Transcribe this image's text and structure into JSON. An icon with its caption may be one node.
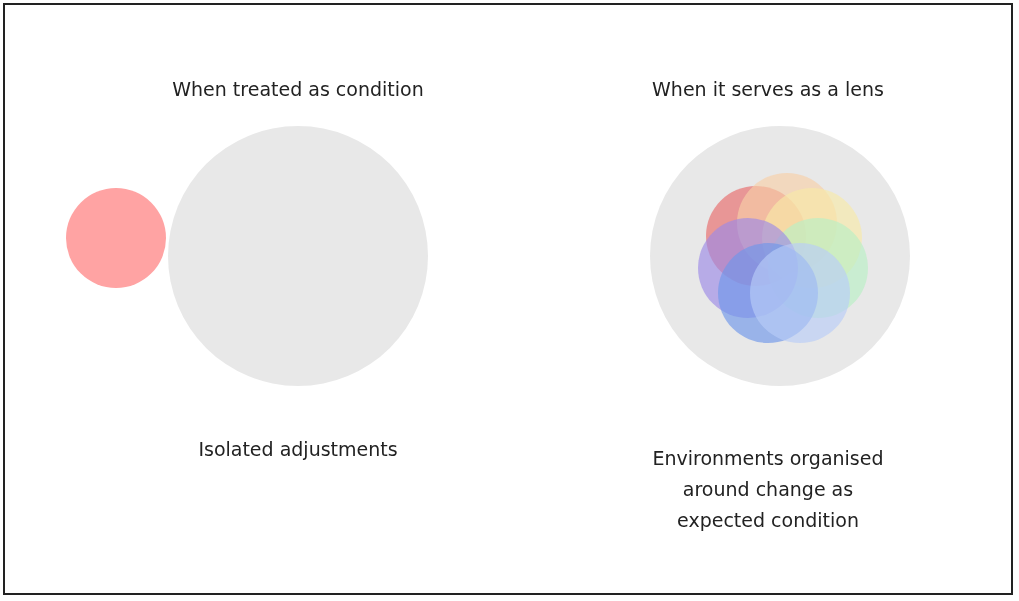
{
  "diagram": {
    "labels": [
      "When treated as condition",
      "When it serves as a lens",
      "Isolated adjustments",
      "Environments organised around change as expected condition"
    ]
  }
}
